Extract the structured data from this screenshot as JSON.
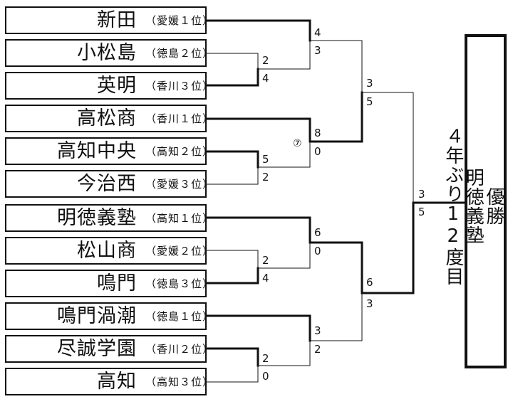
{
  "teams": [
    {
      "name": "新田",
      "seed": "（愛媛１位）"
    },
    {
      "name": "小松島",
      "seed": "（徳島２位）"
    },
    {
      "name": "英明",
      "seed": "（香川３位）"
    },
    {
      "name": "高松商",
      "seed": "（香川１位）"
    },
    {
      "name": "高知中央",
      "seed": "（高知２位）"
    },
    {
      "name": "今治西",
      "seed": "（愛媛３位）"
    },
    {
      "name": "明徳義塾",
      "seed": "（高知１位）"
    },
    {
      "name": "松山商",
      "seed": "（愛媛２位）"
    },
    {
      "name": "鳴門",
      "seed": "（徳島３位）"
    },
    {
      "name": "鳴門渦潮",
      "seed": "（徳島１位）"
    },
    {
      "name": "尽誠学園",
      "seed": "（香川２位）"
    },
    {
      "name": "高知",
      "seed": "（高知３位）"
    }
  ],
  "scores": {
    "r1_a": [
      "2",
      "4"
    ],
    "r1_b": [
      "5",
      "2"
    ],
    "r1_c": [
      "2",
      "4"
    ],
    "r1_d": [
      "2",
      "0"
    ],
    "qf_a": [
      "4",
      "3"
    ],
    "qf_b": [
      "8",
      "0"
    ],
    "qf_c": [
      "6",
      "0"
    ],
    "qf_d": [
      "3",
      "2"
    ],
    "sf_top": [
      "3",
      "5"
    ],
    "sf_bottom": [
      "6",
      "3"
    ],
    "final": [
      "3",
      "5"
    ]
  },
  "annotations": {
    "called_game": "⑦"
  },
  "champion": {
    "label": "優勝",
    "team": "明徳義塾",
    "note": "４年ぶり12度目"
  }
}
